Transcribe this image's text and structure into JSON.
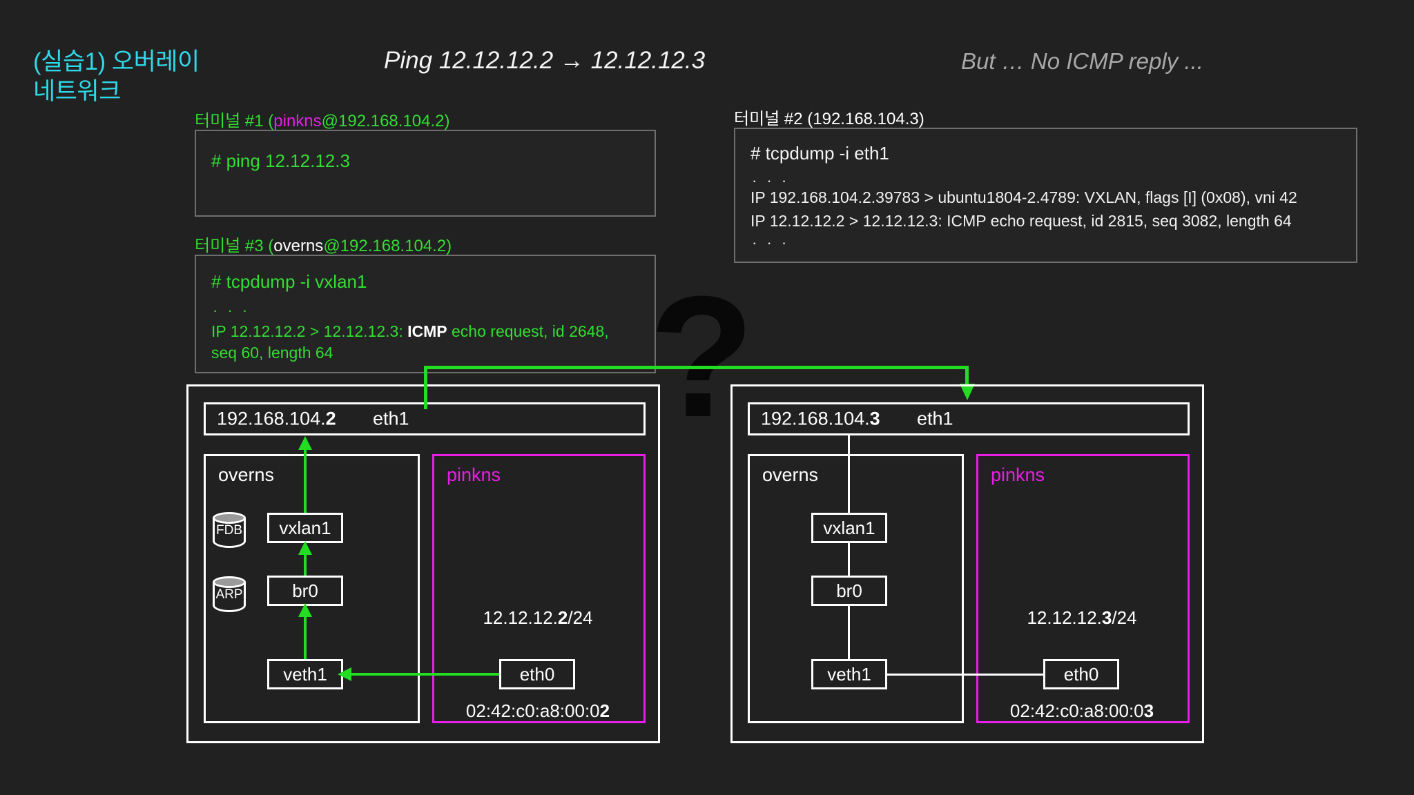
{
  "slide": {
    "title_line1": "(실습1) 오버레이",
    "title_line2": "네트워크",
    "ping_title": "Ping 12.12.12.2 → 12.12.12.3",
    "no_reply_title": "But … No ICMP reply ...",
    "question_mark": "?",
    "background_color": "#212121",
    "accent_cyan": "#2fd8e8",
    "accent_green": "#33dd33",
    "accent_magenta": "#e81ee8"
  },
  "terminals": {
    "t1": {
      "header_prefix": "터미널 #1 (",
      "header_user": "pinkns",
      "header_suffix": "@192.168.104.2)",
      "command": "# ping 12.12.12.3"
    },
    "t3": {
      "header_prefix": "터미널 #3 (",
      "header_user": "overns",
      "header_suffix": "@192.168.104.2)",
      "command": "# tcpdump -i vxlan1",
      "ellipsis": "· · ·",
      "line_pre": "IP 12.12.12.2 > 12.12.12.3: ",
      "line_icmp": "ICMP",
      "line_post": " echo request, id 2648, seq 60, length 64"
    },
    "t2": {
      "header": "터미널 #2 (192.168.104.3)",
      "command": "# tcpdump -i eth1",
      "ellipsis_top": "· · ·",
      "line1": "IP 192.168.104.2.39783 > ubuntu1804-2.4789: VXLAN, flags [I] (0x08), vni 42",
      "line2": "IP 12.12.12.2 > 12.12.12.3: ICMP echo request, id 2815, seq 3082, length 64",
      "ellipsis_bottom": "· · ·"
    }
  },
  "hosts": [
    {
      "id": "left",
      "eth1_ip_prefix": "192.168.104.",
      "eth1_ip_last": "2",
      "eth1_name": "eth1",
      "overns_label": "overns",
      "pinkns_label": "pinkns",
      "stores": [
        {
          "label": "FDB"
        },
        {
          "label": "ARP"
        }
      ],
      "devices": {
        "vxlan1": "vxlan1",
        "br0": "br0",
        "veth1": "veth1",
        "eth0": "eth0"
      },
      "container_ip_prefix": "12.12.12.",
      "container_ip_last": "2",
      "container_ip_mask": "/24",
      "container_mac_prefix": "02:42:c0:a8:00:0",
      "container_mac_last": "2"
    },
    {
      "id": "right",
      "eth1_ip_prefix": "192.168.104.",
      "eth1_ip_last": "3",
      "eth1_name": "eth1",
      "overns_label": "overns",
      "pinkns_label": "pinkns",
      "stores": [],
      "devices": {
        "vxlan1": "vxlan1",
        "br0": "br0",
        "veth1": "veth1",
        "eth0": "eth0"
      },
      "container_ip_prefix": "12.12.12.",
      "container_ip_last": "3",
      "container_ip_mask": "/24",
      "container_mac_prefix": "02:42:c0:a8:00:0",
      "container_mac_last": "3"
    }
  ]
}
